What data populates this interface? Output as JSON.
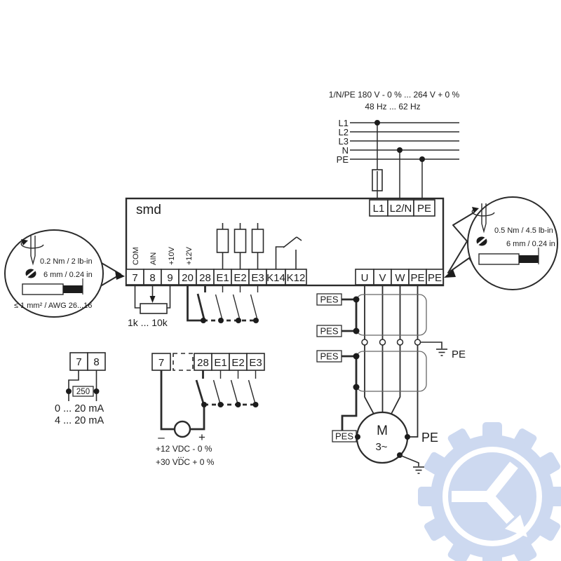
{
  "supply": {
    "rating_line1": "1/N/PE 180 V - 0 % ... 264 V + 0 %",
    "rating_line2": "48 Hz ... 62 Hz",
    "lines": [
      "L1",
      "L2",
      "L3",
      "N",
      "PE"
    ]
  },
  "drive": {
    "label": "smd",
    "input_terminals": [
      "L1",
      "L2/N",
      "PE"
    ],
    "control_terminals": [
      "7",
      "8",
      "9",
      "20",
      "28",
      "E1",
      "E2",
      "E3",
      "K14",
      "K12"
    ],
    "control_signals": [
      "COM",
      "AIN",
      "+10V",
      "+12V"
    ],
    "output_terminals": [
      "U",
      "V",
      "W",
      "PE",
      "PE"
    ]
  },
  "left_callout": {
    "torque": "0.2 Nm / 2 lb-in",
    "strip_length": "6 mm / 0.24 in",
    "wire_gauge": "≤ 1 mm² / AWG 26...16"
  },
  "right_callout": {
    "torque": "0.5 Nm / 4.5 lb-in",
    "strip_length": "6 mm / 0.24 in"
  },
  "pot_detail": {
    "range": "1k ... 10k"
  },
  "current_detail": {
    "terminals": [
      "7",
      "8"
    ],
    "resistor": "250",
    "range1": "0 ... 20 mA",
    "range2": "4 ... 20 mA"
  },
  "ext_supply_detail": {
    "terminals": [
      "7",
      "28",
      "E1",
      "E2",
      "E3"
    ],
    "minus": "–",
    "plus": "+",
    "line1": "+12 VDC - 0 %",
    "dots": "...",
    "line2": "+30 VDC + 0 %"
  },
  "motor_section": {
    "pes_label": "PES",
    "pe_label": "PE",
    "motor_type": "M",
    "motor_phase": "3~"
  },
  "colors": {
    "line": "#2b2b2b",
    "watermark": "#cdd9f0"
  }
}
